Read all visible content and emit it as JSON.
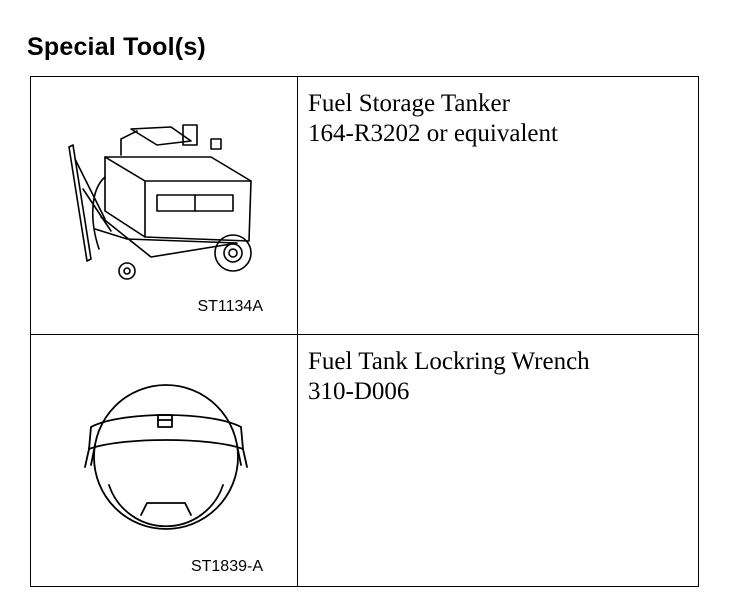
{
  "page": {
    "title": "Special Tool(s)"
  },
  "tools": [
    {
      "name": "Fuel Storage Tanker",
      "part": "164-R3202 or equivalent",
      "figure_id": "ST1134A",
      "illustration": "fuel-storage-tanker-icon"
    },
    {
      "name": "Fuel Tank Lockring Wrench",
      "part": "310-D006",
      "figure_id": "ST1839-A",
      "illustration": "lockring-wrench-icon"
    }
  ]
}
